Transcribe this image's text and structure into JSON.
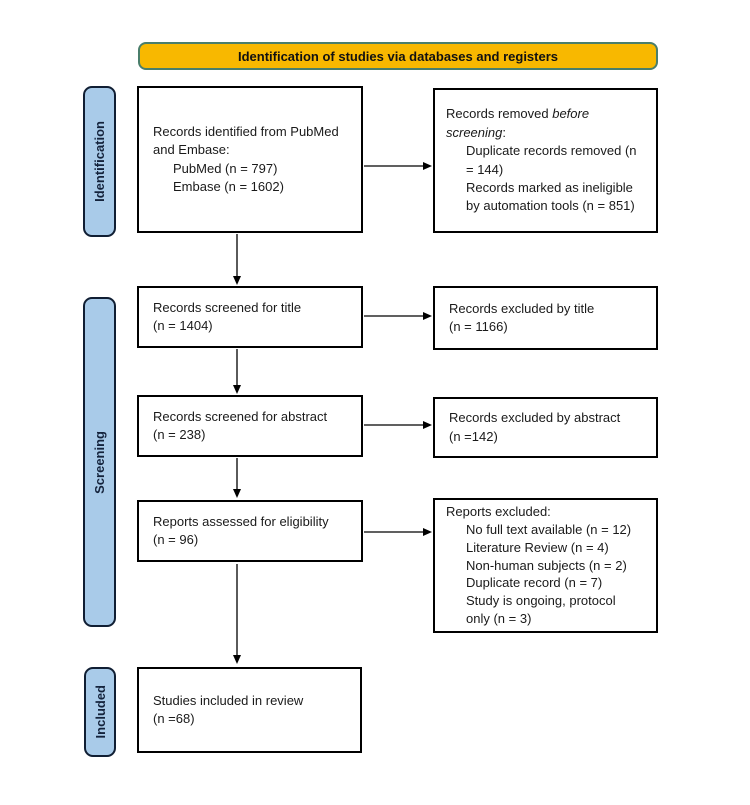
{
  "banner": {
    "label": "Identification of studies via databases and registers"
  },
  "stages": {
    "identification": "Identification",
    "screening": "Screening",
    "included": "Included"
  },
  "boxes": {
    "records_identified": {
      "intro": "Records identified from PubMed and Embase:",
      "items": [
        "PubMed (n = 797)",
        "Embase (n = 1602)"
      ]
    },
    "records_removed": {
      "lead": "Records removed ",
      "emphasis1": "before",
      "emphasis2": "screening",
      "colon": ":",
      "items": [
        "Duplicate records removed (n = 144)",
        "Records marked as ineligible by automation tools (n = 851)"
      ]
    },
    "screened_title": {
      "line1": "Records screened for title",
      "line2": "(n = 1404)"
    },
    "excluded_title": {
      "line1": "Records excluded by title",
      "line2": "(n = 1166)"
    },
    "screened_abstract": {
      "line1": "Records screened for abstract",
      "line2": "(n = 238)"
    },
    "excluded_abstract": {
      "line1": "Records excluded by abstract",
      "line2": "(n =142)"
    },
    "assessed_eligibility": {
      "line1": "Reports assessed for eligibility",
      "line2": "(n = 96)"
    },
    "reports_excluded": {
      "title": "Reports excluded:",
      "items": [
        "No full text available (n = 12)",
        "Literature Review (n = 4)",
        "Non-human subjects (n = 2)",
        "Duplicate record (n = 7)",
        "Study is ongoing, protocol only (n = 3)"
      ]
    },
    "included_in_review": {
      "line1": "Studies included in review",
      "line2": "(n =68)"
    }
  },
  "colors": {
    "banner_fill": "#F8B800",
    "banner_border": "#4A7E6B",
    "stage_fill": "#A9CBE9",
    "stage_border": "#101E33",
    "box_border": "#000000",
    "arrow": "#000000"
  }
}
